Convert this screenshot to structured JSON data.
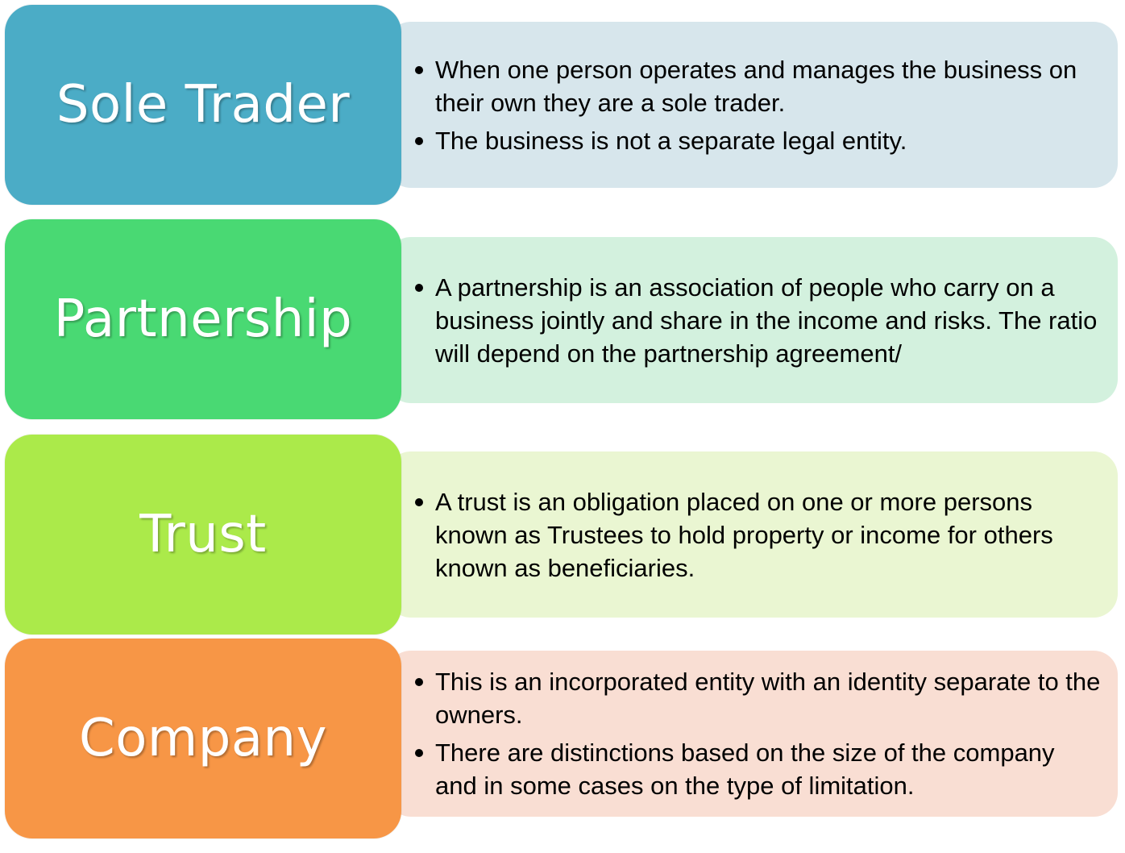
{
  "rows": [
    {
      "label": "Sole Trader",
      "label_color": "#4BACC6",
      "desc_color": "#D7E6EC",
      "bullets": [
        "When one person operates and manages the business on their own they are a sole trader.",
        "The business is not a separate legal entity."
      ]
    },
    {
      "label": "Partnership",
      "label_color": "#49D973",
      "desc_color": "#D3F1DE",
      "bullets": [
        "A partnership is an association of people who carry on a business jointly and share in the income and risks. The ratio will depend on the partnership agreement/"
      ]
    },
    {
      "label": "Trust",
      "label_color": "#ABEA4A",
      "desc_color": "#EAF6D2",
      "bullets": [
        "A trust is an obligation placed on one  or more persons known as Trustees to hold property or income for others known as beneficiaries."
      ]
    },
    {
      "label": "Company",
      "label_color": "#F79646",
      "desc_color": "#F9DED3",
      "bullets": [
        "This is an incorporated entity with an identity separate to the owners.",
        "There are distinctions based on the size of the company and in some cases on the type of limitation."
      ]
    }
  ]
}
